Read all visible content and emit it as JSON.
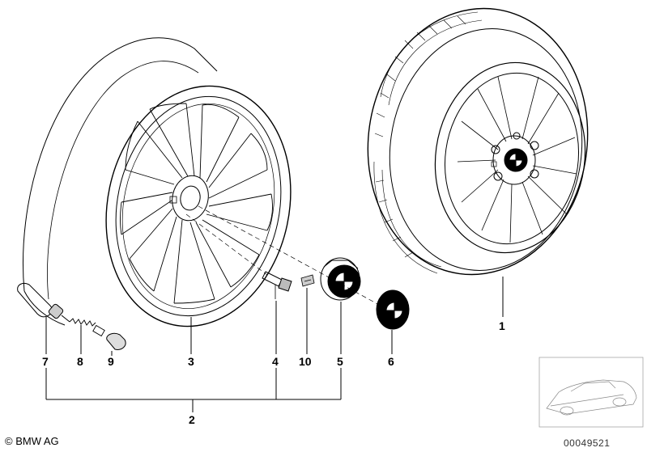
{
  "callouts": {
    "c1": "1",
    "c2": "2",
    "c3": "3",
    "c4": "4",
    "c5": "5",
    "c6": "6",
    "c7": "7",
    "c8": "8",
    "c9": "9",
    "c10": "10"
  },
  "footer": {
    "copyright": "© BMW AG",
    "doc_number": "00049521"
  },
  "colors": {
    "line": "#000000",
    "background": "#ffffff",
    "thumbnail_line": "#888888"
  }
}
